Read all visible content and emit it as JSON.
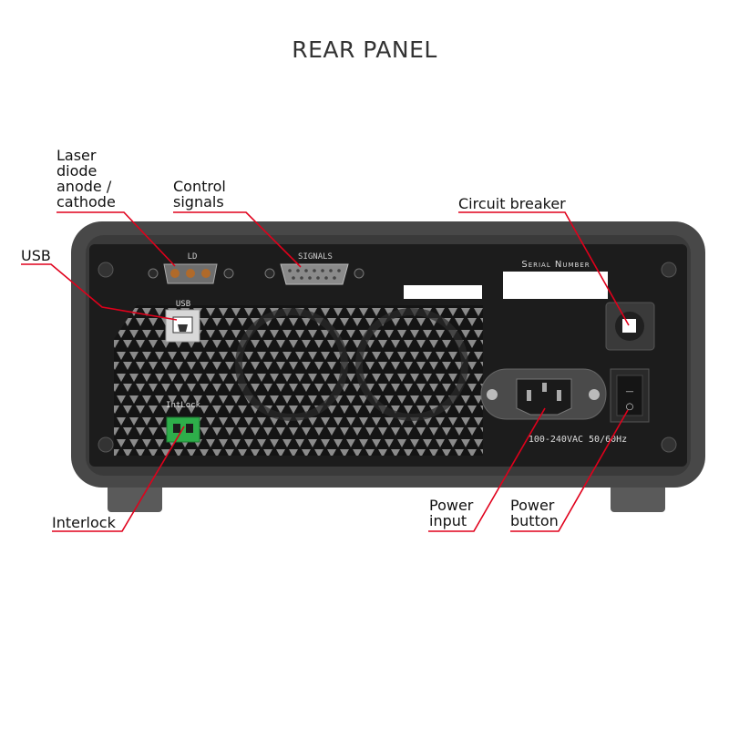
{
  "title": "REAR PANEL",
  "callouts": {
    "laser": "Laser\ndiode\nanode /\ncathode",
    "control": "Control\nsignals",
    "circuit_breaker": "Circuit breaker",
    "usb": "USB",
    "interlock": "Interlock",
    "power_input": "Power\ninput",
    "power_button": "Power\nbutton"
  },
  "panel_labels": {
    "ld": "LD",
    "signals": "SIGNALS",
    "serial_number": "Serial Number",
    "usb": "USB",
    "intlock": "IntLock",
    "voltage": "100-240VAC 50/60Hz",
    "switch_on": "—",
    "switch_off": "○"
  },
  "colors": {
    "leader_line": "#e0001b",
    "chassis": "#4a4a4a",
    "panel": "#1c1c1c",
    "interlock_connector": "#2eae4a"
  }
}
